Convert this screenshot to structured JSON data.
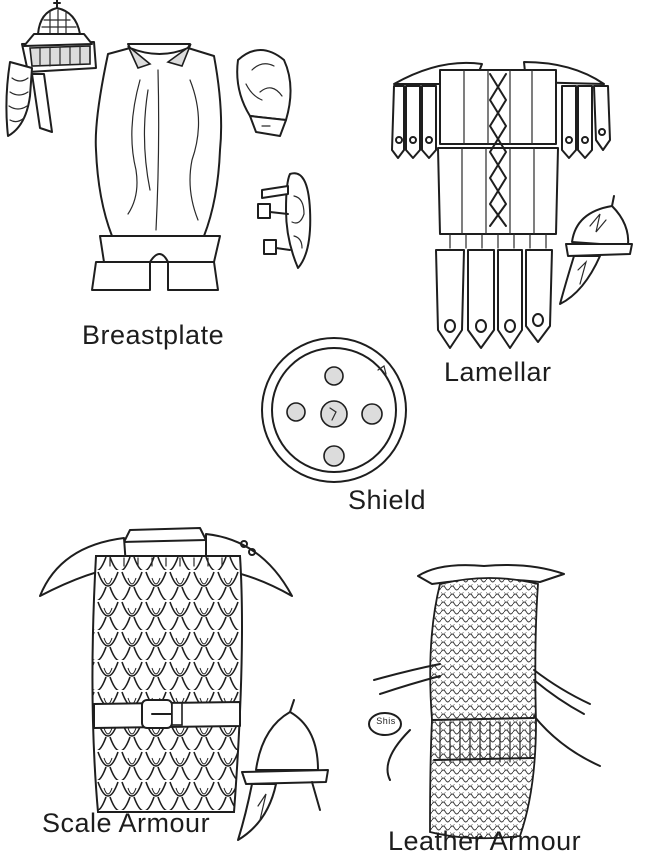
{
  "labels": {
    "breastplate": "Breastplate",
    "lamellar": "Lamellar",
    "shield": "Shield",
    "scale_armour": "Scale Armour",
    "leather_armour": "Leather Armour"
  },
  "tags": {
    "pendant_text": "Shis"
  },
  "style": {
    "ink_color": "#1e1e1e",
    "background": "#ffffff"
  }
}
